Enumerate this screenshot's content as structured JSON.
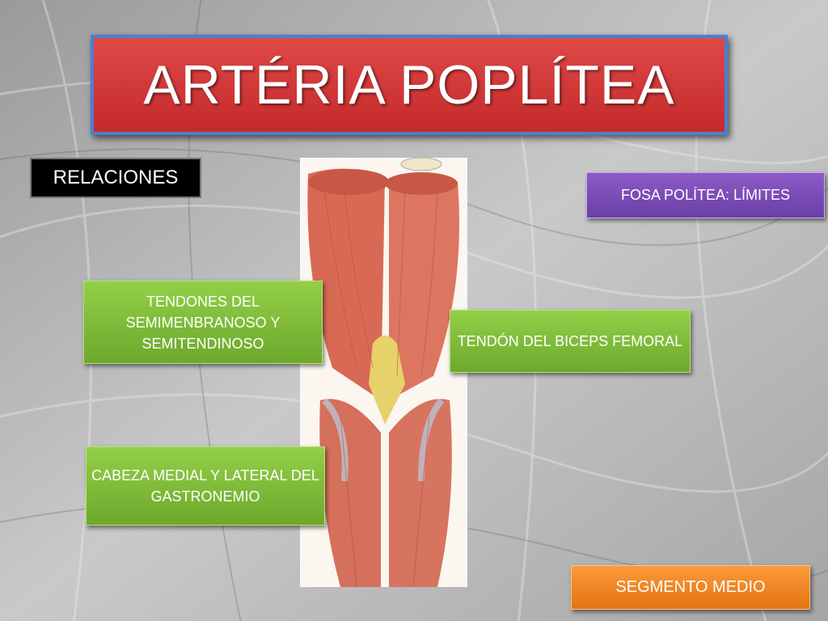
{
  "slide": {
    "title": "ARTÉRIA POPLÍTEA",
    "relaciones_label": "RELACIONES",
    "fosa_label": "FOSA POLÍTEA: LÍMITES",
    "tendones_semi_label": "TENDONES DEL SEMIMENBRANOSO  Y SEMITENDINOSO",
    "tendon_biceps_label": "TENDÓN DEL BICEPS FEMORAL",
    "cabeza_label": "CABEZA MEDIAL Y LATERAL DEL GASTRONEMIO",
    "segmento_label": "SEGMENTO MEDIO"
  },
  "colors": {
    "title_bg": "#d43c3c",
    "title_border": "#4a7fcf",
    "purple": "#7a4ab8",
    "green": "#7fbf38",
    "orange": "#f08424",
    "muscle": "#d9705a"
  }
}
